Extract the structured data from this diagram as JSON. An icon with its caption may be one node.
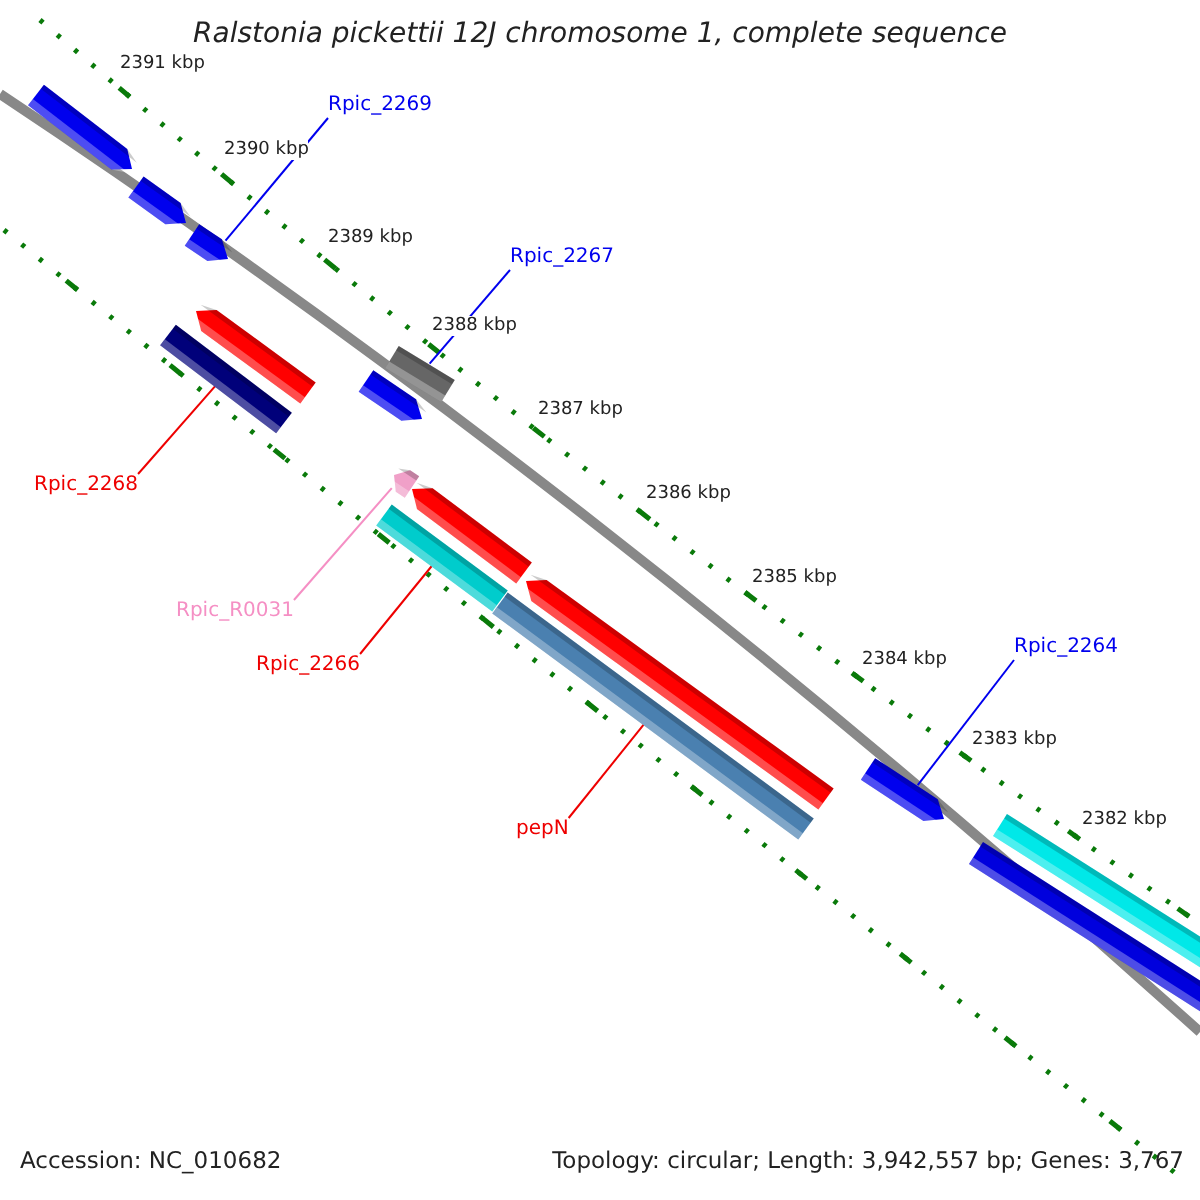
{
  "diagram": {
    "title": "Ralstonia pickettii 12J chromosome 1, complete sequence",
    "nodes": [
      {
        "text": [],
        "shape": "arrow"
      },
      {
        "text": [
          "Rpic_2269"
        ]
      },
      {
        "text": [],
        "shape": "arrow"
      },
      {
        "text": [],
        "shape": "arrow"
      },
      {
        "text": [
          "Rpic_2267"
        ]
      },
      {
        "text": [],
        "shape": "arrow"
      },
      {
        "text": [],
        "shape": "bar"
      },
      {
        "text": [],
        "shape": "bar"
      },
      {
        "text": [],
        "shape": "arrow"
      },
      {
        "text": [
          "Rpic_2268"
        ]
      },
      {
        "text": [],
        "shape": "arrow"
      },
      {
        "text": [],
        "shape": "arrow"
      },
      {
        "text": [],
        "shape": "bar"
      },
      {
        "text": [
          "Rpic_R0031"
        ]
      },
      {
        "text": [],
        "shape": "arrow"
      },
      {
        "text": [],
        "shape": "bar"
      },
      {
        "text": [
          "Rpic_2266"
        ]
      },
      {
        "text": [
          "Rpic_2264"
        ]
      },
      {
        "text": [],
        "shape": "arrow"
      },
      {
        "text": [],
        "shape": "bar"
      },
      {
        "text": [
          "pepN"
        ]
      },
      {
        "text": [],
        "shape": "bar"
      }
    ],
    "edges": [
      {
        "from": 1,
        "to": 3,
        "arrow": "none"
      },
      {
        "from": 4,
        "to": 6,
        "arrow": "none"
      },
      {
        "from": 9,
        "to": 7,
        "arrow": "none",
        "color": "#ee0000"
      },
      {
        "from": 13,
        "to": 10,
        "arrow": "none",
        "color": "#f58fc4"
      },
      {
        "from": 16,
        "to": 12,
        "arrow": "none",
        "color": "#ee0000"
      },
      {
        "from": 20,
        "to": 15,
        "arrow": "none",
        "color": "#ee0000"
      },
      {
        "from": 17,
        "to": 18,
        "arrow": "none"
      }
    ],
    "labels": [
      "2391 kbp",
      "2390 kbp",
      "2389 kbp",
      "2388 kbp",
      "2387 kbp",
      "2386 kbp",
      "2385 kbp",
      "2384 kbp",
      "2383 kbp",
      "2382 kbp",
      "Accession: NC_010682",
      "Topology: circular; Length: 3,942,557 bp; Genes: 3,767"
    ]
  }
}
